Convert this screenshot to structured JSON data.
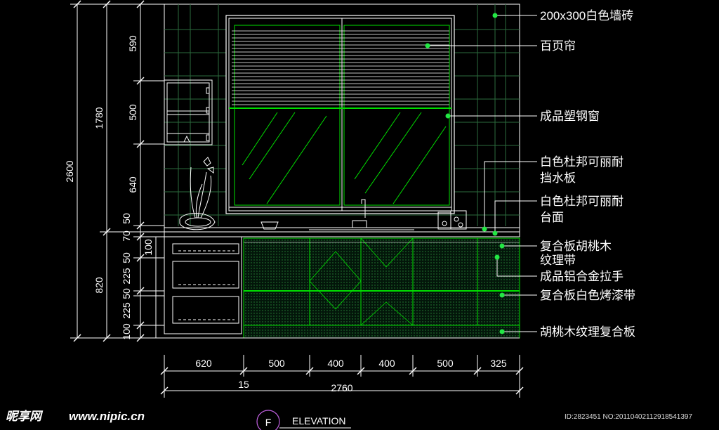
{
  "colors": {
    "background": "#000000",
    "linework": "#ffffff",
    "glass": "#00e000",
    "tile": "#2c6b3e",
    "dot": "#22e844",
    "leader": "#ffffff"
  },
  "callouts": [
    {
      "id": "wall-tile",
      "lines": [
        "200x300白色墙砖"
      ]
    },
    {
      "id": "blinds",
      "lines": [
        "百页帘"
      ]
    },
    {
      "id": "window",
      "lines": [
        "成品塑钢窗"
      ]
    },
    {
      "id": "backsplash",
      "lines": [
        "白色杜邦可丽耐",
        "挡水板"
      ]
    },
    {
      "id": "countertop",
      "lines": [
        "白色杜邦可丽耐",
        "台面"
      ]
    },
    {
      "id": "walnut-band",
      "lines": [
        "复合板胡桃木",
        "纹理带"
      ]
    },
    {
      "id": "handle",
      "lines": [
        "成品铝合金拉手"
      ]
    },
    {
      "id": "white-lacquer-band",
      "lines": [
        "复合板白色烤漆带"
      ]
    },
    {
      "id": "walnut-panel",
      "lines": [
        "胡桃木纹理复合板"
      ]
    }
  ],
  "dimensions": {
    "vertical_total": "2600",
    "vertical_upper": [
      "1780",
      "820"
    ],
    "vertical_detail": [
      "590",
      "500",
      "640",
      "50",
      "70",
      "50",
      "225",
      "50",
      "225",
      "100"
    ],
    "vertical_inner": "100",
    "horizontal": [
      "620",
      "500",
      "400",
      "400",
      "500",
      "325"
    ],
    "horizontal_gap": "15",
    "horizontal_total": "2760"
  },
  "title": {
    "marker": "F",
    "label": "ELEVATION"
  },
  "watermark": {
    "brand": "昵享网",
    "url": "www.nipic.cn"
  },
  "image_id": "ID:2823451 NO:20110402112918541397"
}
